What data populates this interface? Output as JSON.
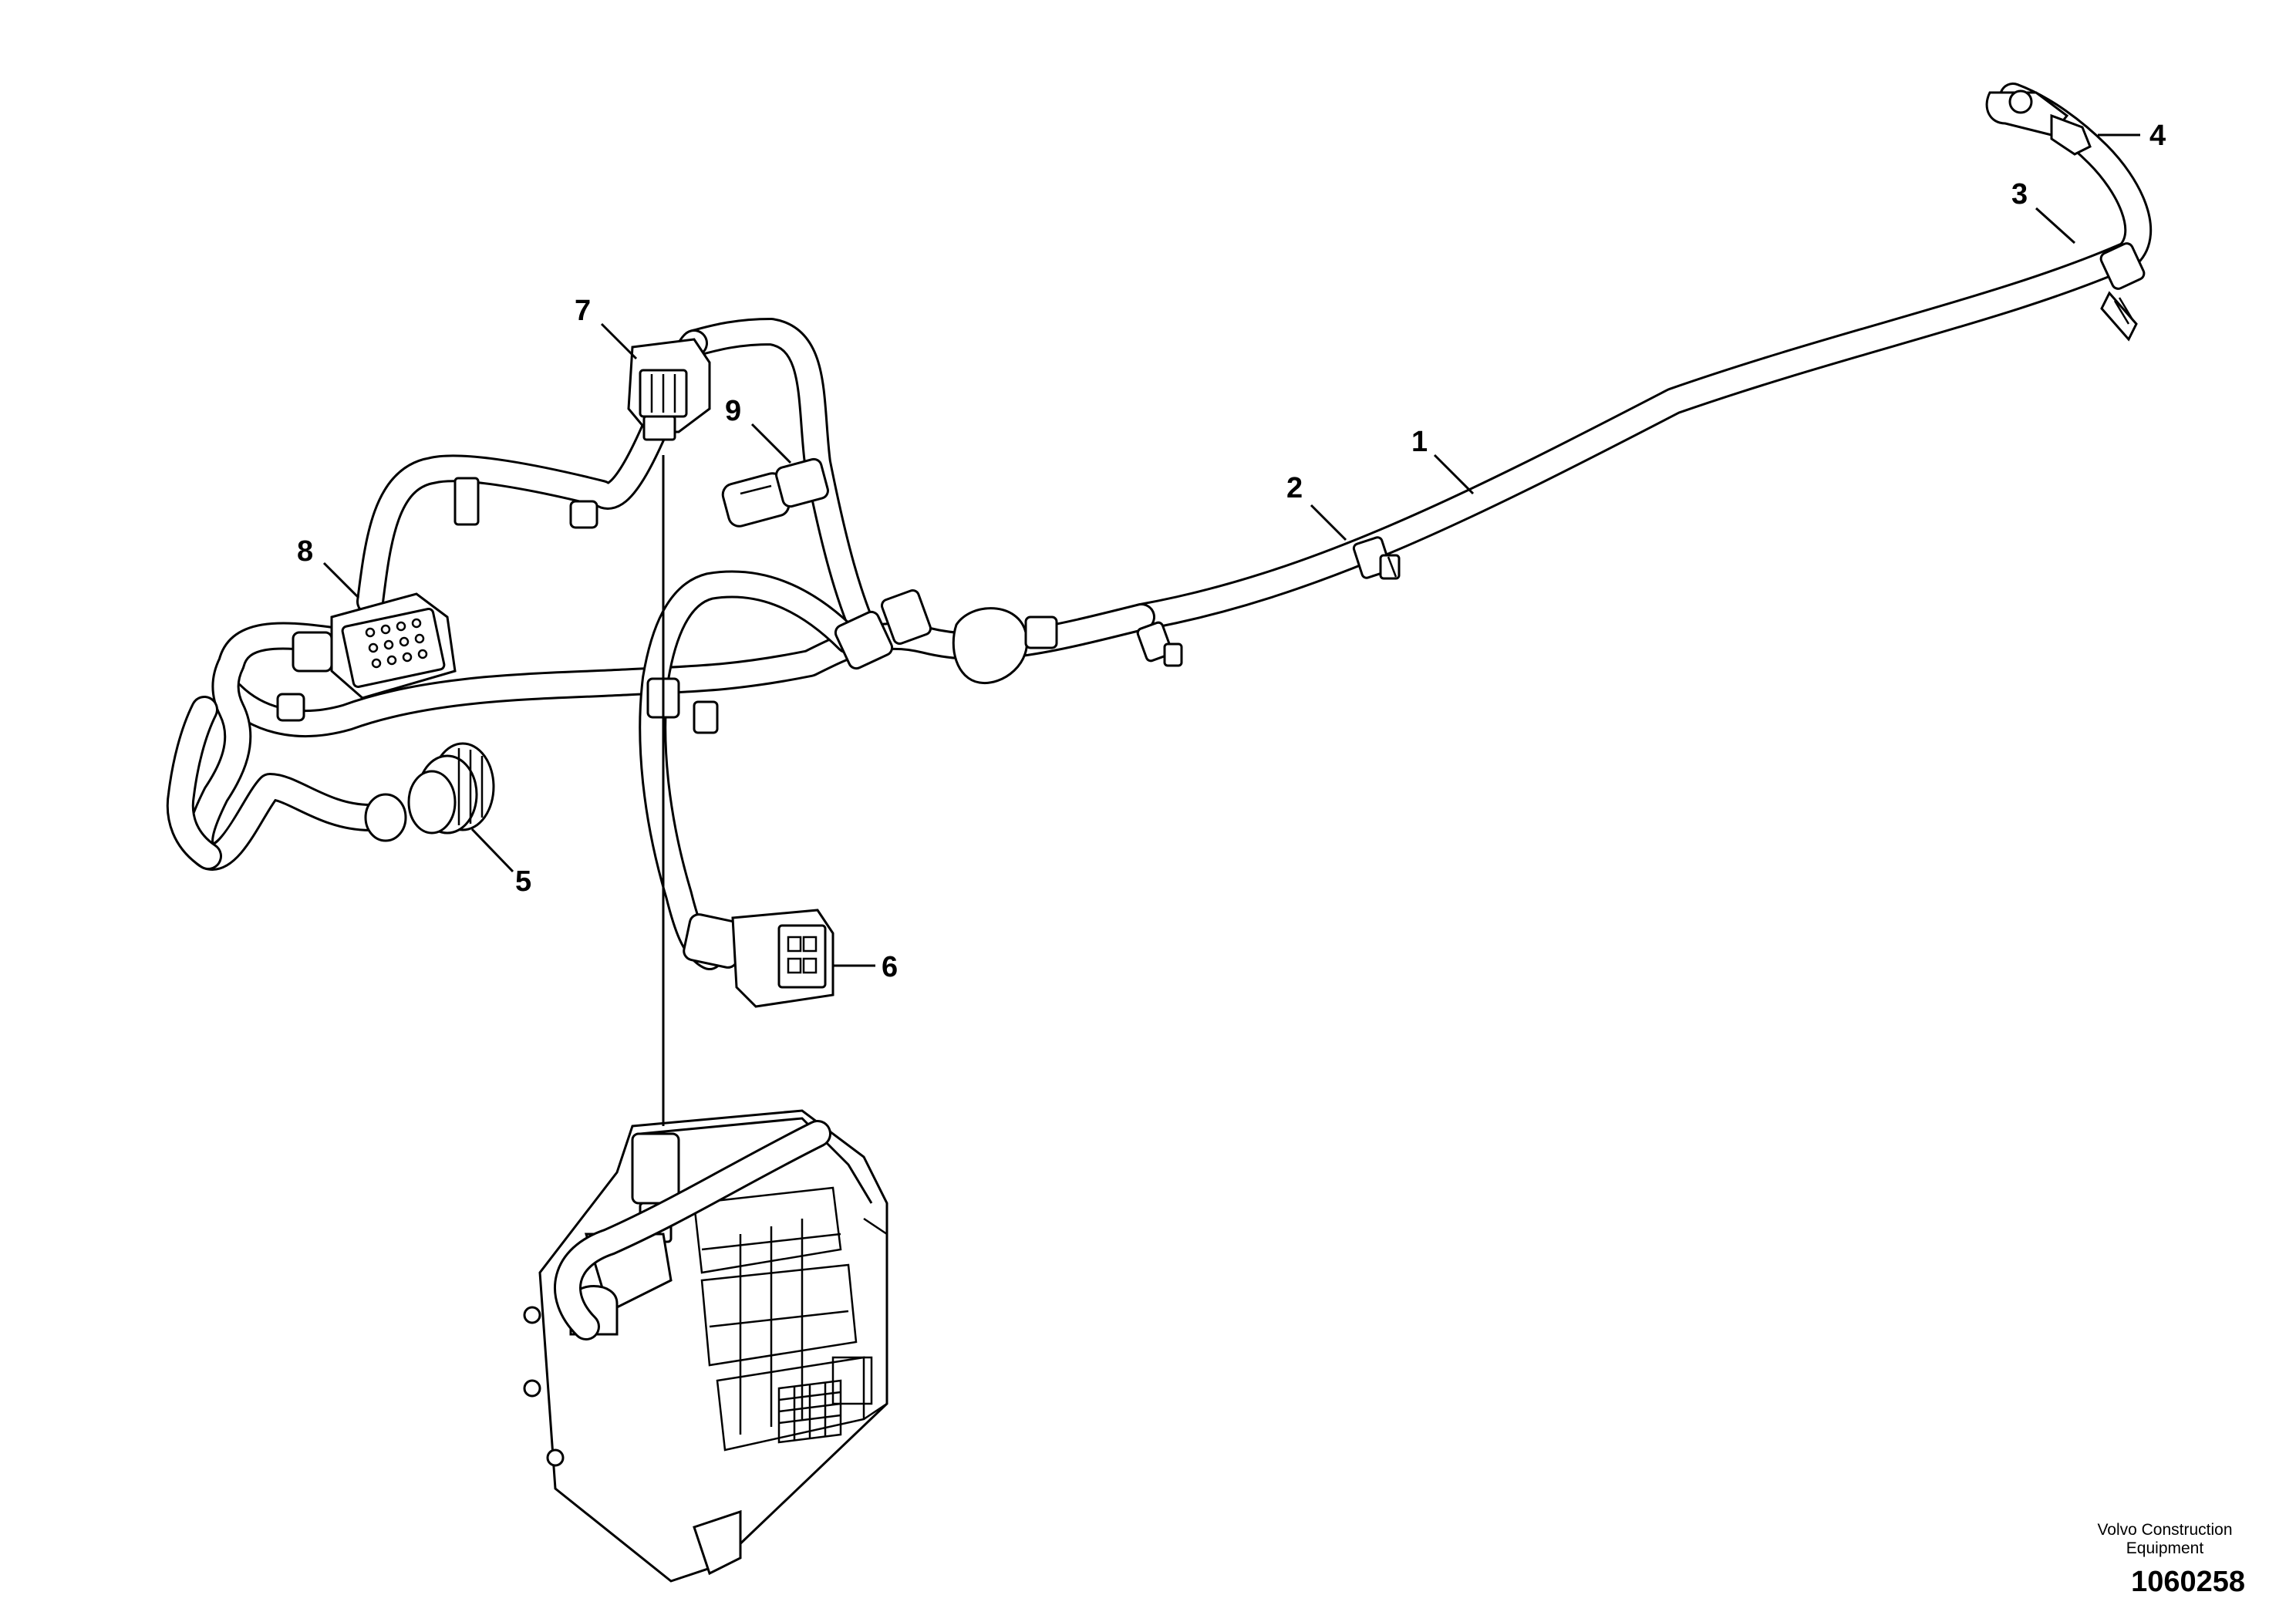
{
  "figure": {
    "callouts": [
      {
        "id": "1",
        "label": "1"
      },
      {
        "id": "2",
        "label": "2"
      },
      {
        "id": "3",
        "label": "3"
      },
      {
        "id": "4",
        "label": "4"
      },
      {
        "id": "5",
        "label": "5"
      },
      {
        "id": "6",
        "label": "6"
      },
      {
        "id": "7",
        "label": "7"
      },
      {
        "id": "8",
        "label": "8"
      },
      {
        "id": "9",
        "label": "9"
      }
    ],
    "credit_line1": "Volvo Construction",
    "credit_line2": "Equipment",
    "document_number": "1060258"
  }
}
